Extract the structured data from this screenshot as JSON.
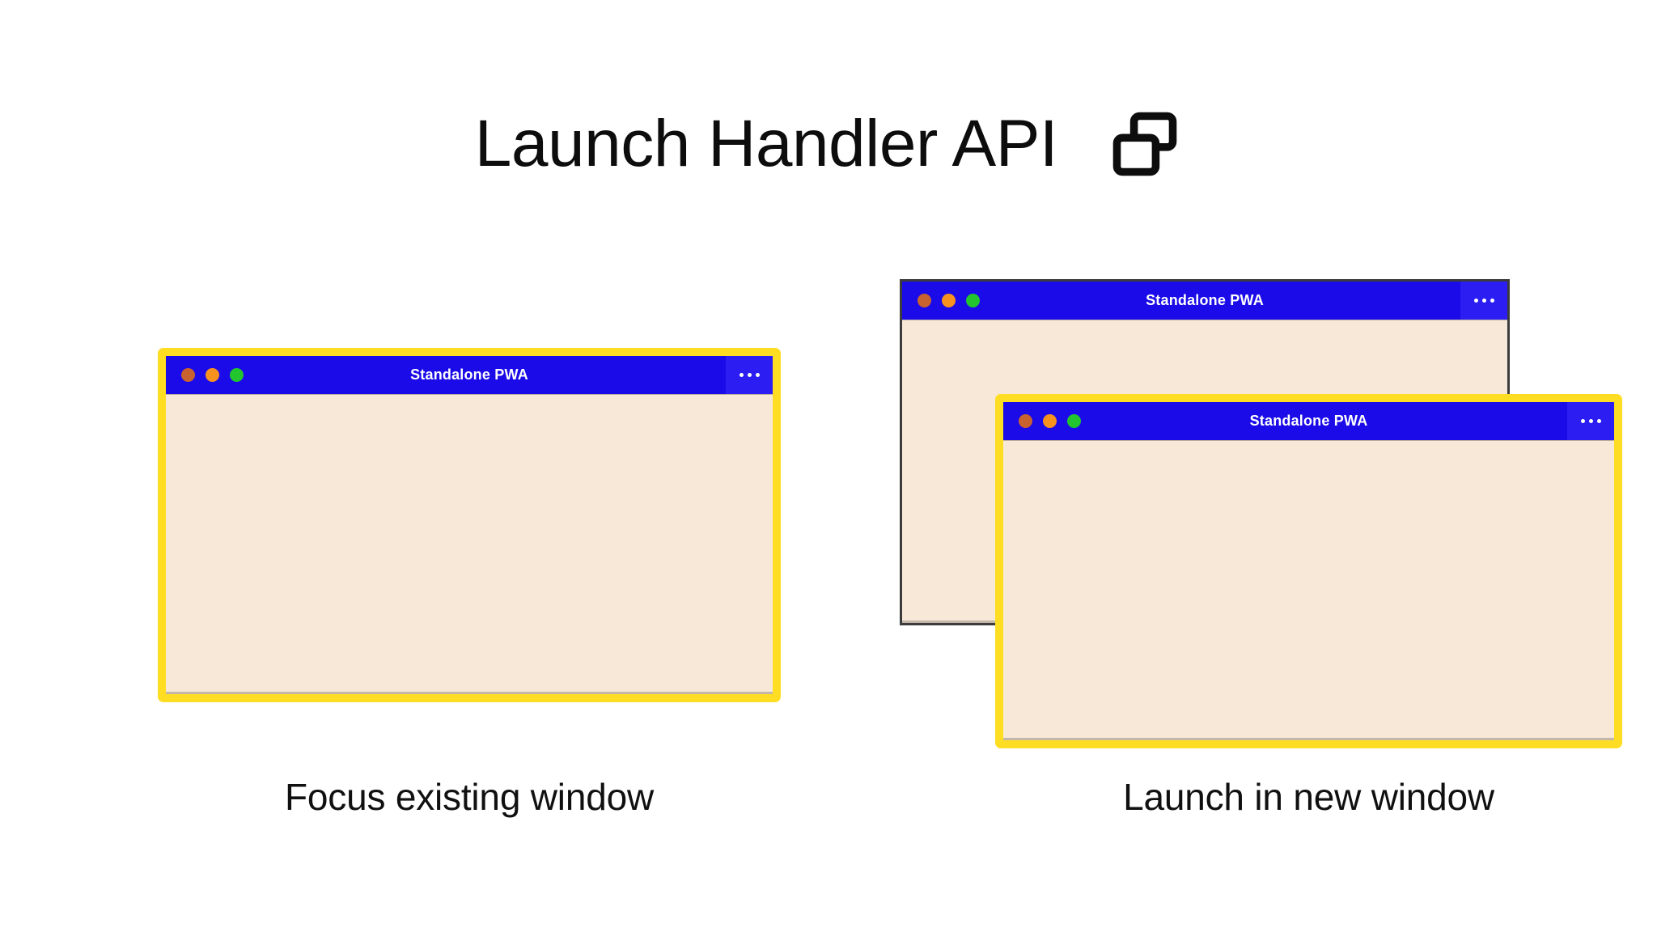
{
  "page": {
    "background": "#ffffff",
    "title": "Launch Handler API"
  },
  "header": {
    "title": "Launch Handler API",
    "icon": "windows-overlap-icon"
  },
  "colors": {
    "titlebar_blue": "#1a0be8",
    "menu_blue": "#2c1df2",
    "window_body_cream": "#f7e8d8",
    "highlight_border_yellow": "#ffdd22",
    "plain_border_gray": "#3c3c3c",
    "dot_red": "#c8622f",
    "dot_amber": "#f7921e",
    "dot_green": "#23c52f",
    "text_dark": "#0d0d0d",
    "titlebar_text": "#ffffff"
  },
  "windows": {
    "left": {
      "title": "Standalone PWA",
      "highlighted": true,
      "traffic_lights": [
        "close",
        "minimize",
        "maximize"
      ],
      "menu_icon": "ellipsis-icon"
    },
    "right_back": {
      "title": "Standalone PWA",
      "highlighted": false,
      "traffic_lights": [
        "close",
        "minimize",
        "maximize"
      ],
      "menu_icon": "ellipsis-icon"
    },
    "right_front": {
      "title": "Standalone PWA",
      "highlighted": true,
      "traffic_lights": [
        "close",
        "minimize",
        "maximize"
      ],
      "menu_icon": "ellipsis-icon"
    }
  },
  "captions": {
    "left": "Focus existing window",
    "right": "Launch in new window"
  }
}
